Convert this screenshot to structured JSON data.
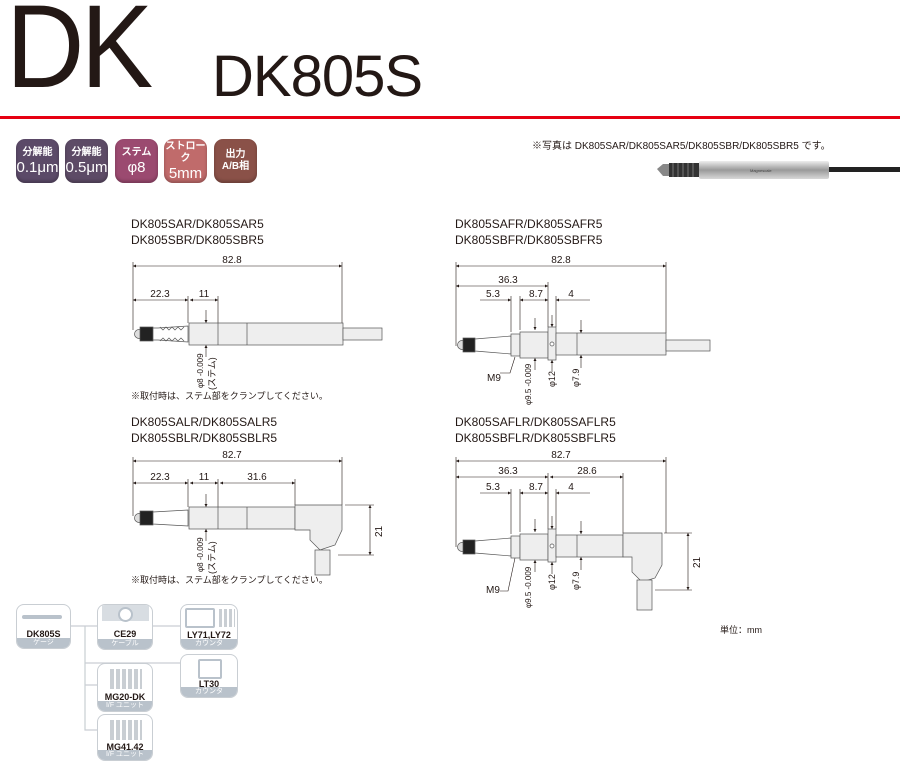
{
  "header": {
    "series": "DK",
    "model": "DK805S"
  },
  "badges": [
    {
      "title": "分解能",
      "value": "0.1μm",
      "color": "#5b4a68"
    },
    {
      "title": "分解能",
      "value": "0.5μm",
      "color": "#5d4b66"
    },
    {
      "title": "ステム",
      "value": "φ8",
      "color": "#9b4a70"
    },
    {
      "title": "ストローク",
      "value": "5mm",
      "color": "#c06b6b"
    },
    {
      "title": "出力",
      "value": "A/B相",
      "color": "#8a5148"
    }
  ],
  "accent": "#e60012",
  "photo": {
    "caption": "※写真は DK805SAR/DK805SAR5/DK805SBR/DK805SBR5 です。",
    "brand": "Magnescale"
  },
  "drawings": [
    {
      "title1": "DK805SAR/DK805SAR5",
      "title2": "DK805SBR/DK805SBR5",
      "dims": [
        "82.8",
        "22.3",
        "11"
      ],
      "stem": "φ8 -0.009",
      "stem_label": "(ステム)",
      "note": "※取付時は、ステム部をクランプしてください。"
    },
    {
      "title1": "DK805SAFR/DK805SAFR5",
      "title2": "DK805SBFR/DK805SBFR5",
      "dims": [
        "82.8",
        "36.3",
        "5.3",
        "8.7",
        "4"
      ],
      "thread": "M9",
      "d1": "φ9.5 -0.009",
      "d2": "φ12",
      "d3": "φ7.9"
    },
    {
      "title1": "DK805SALR/DK805SALR5",
      "title2": "DK805SBLR/DK805SBLR5",
      "dims": [
        "82.7",
        "22.3",
        "11",
        "31.6",
        "21"
      ],
      "stem": "φ8 -0.009",
      "stem_label": "(ステム)",
      "note": "※取付時は、ステム部をクランプしてください。"
    },
    {
      "title1": "DK805SAFLR/DK805SAFLR5",
      "title2": "DK805SBFLR/DK805SBFLR5",
      "dims": [
        "82.7",
        "36.3",
        "28.6",
        "5.3",
        "8.7",
        "4",
        "21"
      ],
      "thread": "M9",
      "d1": "φ9.5 -0.009",
      "d2": "φ12",
      "d3": "φ7.9"
    }
  ],
  "unit": "単位：mm",
  "system": [
    {
      "name": "DK805S",
      "category": "ゲージ"
    },
    {
      "name": "CE29",
      "category": "ケーブル"
    },
    {
      "name": "LY71,LY72",
      "category": "カウンタ"
    },
    {
      "name": "LT30",
      "category": "カウンタ"
    },
    {
      "name": "MG20-DK",
      "category": "I/F ユニット"
    },
    {
      "name": "MG41,42",
      "category": "I/F ユニット"
    }
  ]
}
